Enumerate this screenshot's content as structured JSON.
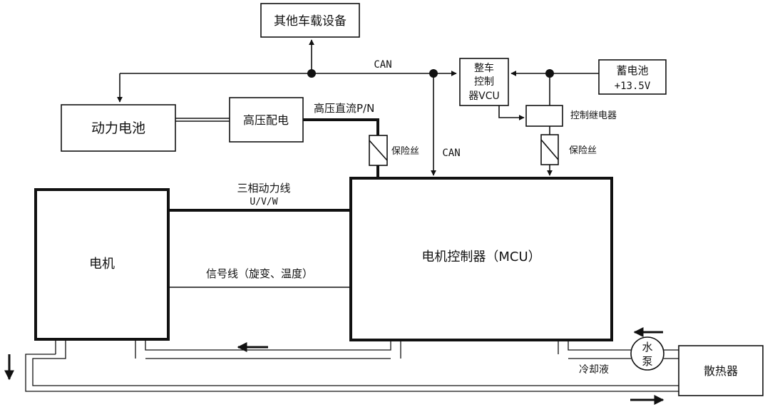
{
  "blocks": {
    "other_devices": "其他车载设备",
    "battery": "动力电池",
    "hv_distribution": "高压配电",
    "vcu": [
      "整车",
      "控制",
      "器VCU"
    ],
    "aux_battery": [
      "蓄电池",
      "+13.5V"
    ],
    "control_relay": "控制继电器",
    "motor": "电机",
    "mcu": "电机控制器（MCU）",
    "pump": [
      "水",
      "泵"
    ],
    "radiator": "散热器"
  },
  "labels": {
    "can_top": "CAN",
    "can_vertical": "CAN",
    "hv_dc": "高压直流P/N",
    "fuse_left": "保险丝",
    "fuse_right": "保险丝",
    "three_phase": "三相动力线",
    "uvw": "U/V/W",
    "signal_line": "信号线（旋变、温度）",
    "coolant": "冷却液"
  },
  "colors": {
    "line": "#111111",
    "background": "#ffffff"
  }
}
